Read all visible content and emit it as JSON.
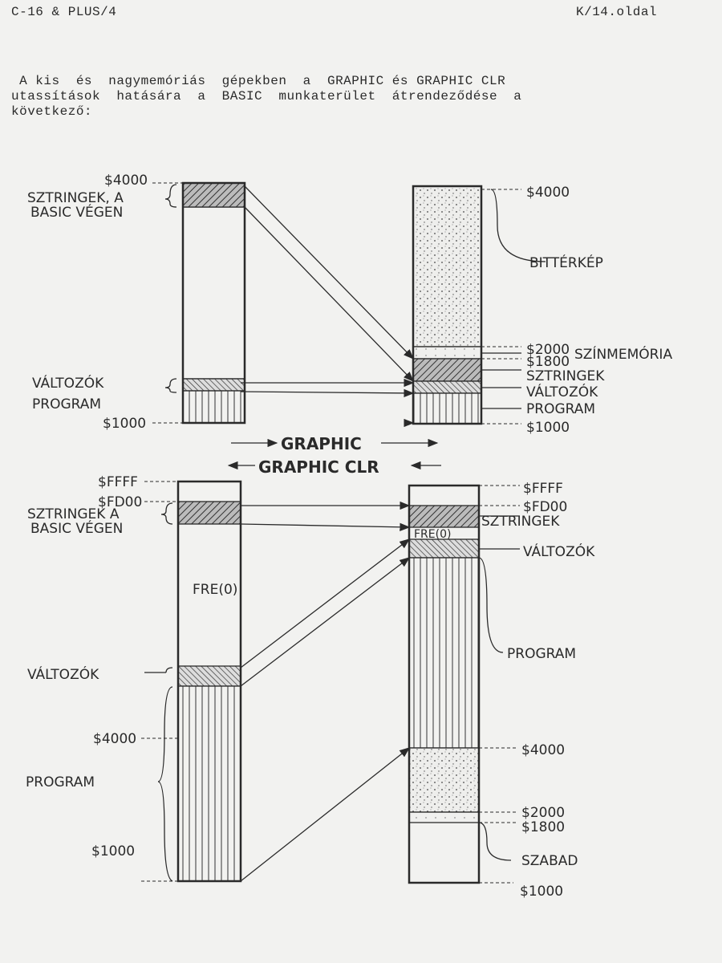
{
  "header": {
    "left": "C-16 & PLUS/4",
    "right": "K/14.oldal"
  },
  "intro": {
    "line1": " A kis  és  nagymemóriás  gépekben  a  GRAPHIC és GRAPHIC CLR",
    "line2": "utassítások  hatására  a  BASIC  munkaterület  átrendeződése  a",
    "line3": "következő:"
  },
  "diagram": {
    "top_left": {
      "addr_top": "$4000",
      "strings1": "SZTRINGEK, A",
      "strings2": "BASIC VÉGEN",
      "variables": "VÁLTOZÓK",
      "program": "PROGRAM",
      "addr_bottom": "$1000"
    },
    "top_right": {
      "addr_top": "$4000",
      "bitmap": "BITTÉRKÉP",
      "addr_2000": "$2000",
      "color_mem": "SZÍNMEMÓRIA",
      "addr_1800": "$1800",
      "strings": "SZTRINGEK",
      "variables": "VÁLTOZÓK",
      "program": "PROGRAM",
      "addr_bottom": "$1000"
    },
    "middle": {
      "graphic": "GRAPHIC",
      "graphic_clr": "GRAPHIC CLR"
    },
    "bottom_left": {
      "addr_ffff": "$FFFF",
      "addr_fd00": "$FD00",
      "strings1": "SZTRINGEK A",
      "strings2": "BASIC VÉGEN",
      "fre": "FRE(0)",
      "variables": "VÁLTOZÓK",
      "addr_4000": "$4000",
      "program": "PROGRAM",
      "addr_1000": "$1000"
    },
    "bottom_right": {
      "addr_ffff": "$FFFF",
      "addr_fd00": "$FD00",
      "strings": "SZTRINGEK",
      "fre": "FRE(0)",
      "variables": "VÁLTOZÓK",
      "program": "PROGRAM",
      "addr_4000": "$4000",
      "addr_2000": "$2000",
      "addr_1800": "$1800",
      "free": "SZABAD",
      "addr_1000": "$1000"
    }
  }
}
